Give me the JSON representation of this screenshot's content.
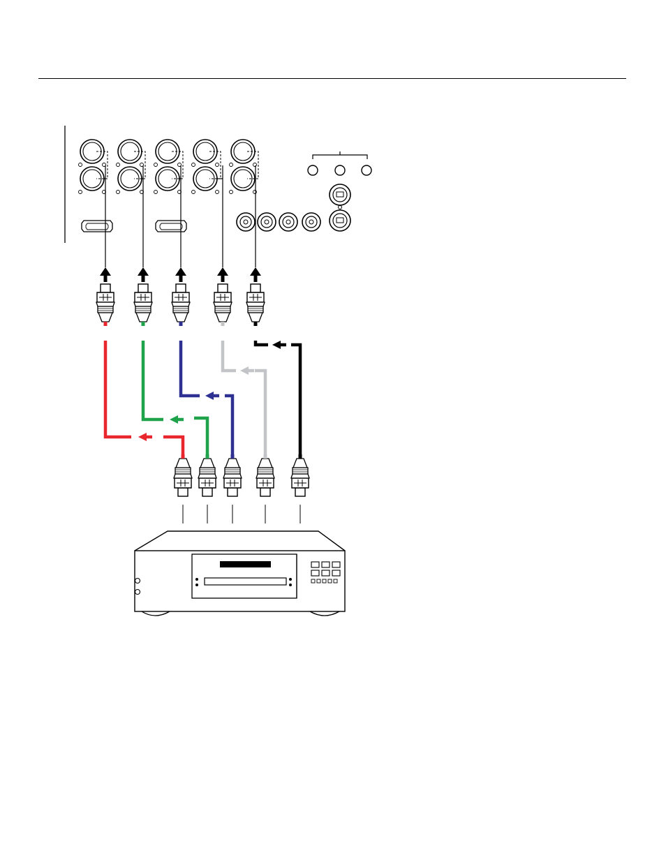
{
  "colors": {
    "red": "#e8262d",
    "green": "#1fa34a",
    "blue": "#2e3192",
    "gray": "#c2c4c8",
    "black": "#000000",
    "line": "#000000"
  },
  "cables": [
    {
      "color": "red"
    },
    {
      "color": "green"
    },
    {
      "color": "blue"
    },
    {
      "color": "gray"
    },
    {
      "color": "black"
    }
  ],
  "panel": {
    "bnc_columns": 5,
    "rca_jacks": 4,
    "mini_jacks": 3,
    "svideo_ports": 2,
    "hdmi_ports": 2
  },
  "source_device": {
    "type": "dvd-player",
    "buttons": 11
  }
}
